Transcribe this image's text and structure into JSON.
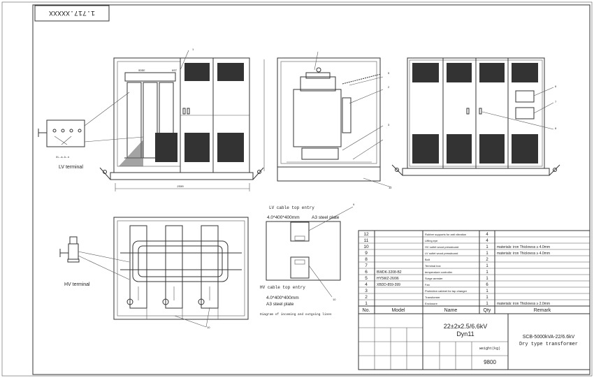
{
  "drawing_number": "1.717.XXXXX",
  "labels": {
    "lv_terminal": "LV terminal",
    "hv_terminal": "HV terminal",
    "lv_cable_entry": "LV cable top entry",
    "lv_plate_size": "4.0*400*400mm",
    "lv_plate_material": "A3 steel plate",
    "hv_cable_entry": "HV cable top entry",
    "hv_plate_size": "4.0*400*400mm",
    "hv_plate_material": "A3 steel plate",
    "diagram_caption": "Diagram of incoming and outgoing lines"
  },
  "parts_table": {
    "headers": {
      "no": "No.",
      "model": "Model",
      "name": "Name",
      "qty": "Qty",
      "remark": "Remark"
    },
    "rows": [
      {
        "no": "12",
        "model": "",
        "name": "Rubber supports for anti vibration",
        "qty": "4",
        "remark": ""
      },
      {
        "no": "11",
        "model": "",
        "name": "Lifting eye",
        "qty": "4",
        "remark": ""
      },
      {
        "no": "10",
        "model": "",
        "name": "HV outlet wood pressboard",
        "qty": "1",
        "remark": "materials: iron   Thickness ≥ 4.0mm"
      },
      {
        "no": "9",
        "model": "",
        "name": "LV outlet wood pressboard",
        "qty": "1",
        "remark": "materials: iron   Thickness ≥ 4.0mm"
      },
      {
        "no": "8",
        "model": "",
        "name": "Bolt",
        "qty": "2",
        "remark": ""
      },
      {
        "no": "7",
        "model": "",
        "name": "Terminal box",
        "qty": "1",
        "remark": ""
      },
      {
        "no": "6",
        "model": "BWDK-3208-B2",
        "name": "temperature controller",
        "qty": "1",
        "remark": ""
      },
      {
        "no": "5",
        "model": "HY5WZ-26/96",
        "name": "Surge arrester",
        "qty": "1",
        "remark": ""
      },
      {
        "no": "4",
        "model": "XBDD-859-399",
        "name": "Fan",
        "qty": "6",
        "remark": ""
      },
      {
        "no": "3",
        "model": "",
        "name": "Protection cabinet for tap changer",
        "qty": "1",
        "remark": ""
      },
      {
        "no": "2",
        "model": "",
        "name": "Transformer",
        "qty": "1",
        "remark": ""
      },
      {
        "no": "1",
        "model": "",
        "name": "Enclosure",
        "qty": "1",
        "remark": "materials: iron   Thickness ≥ 2.0mm"
      }
    ]
  },
  "title_block": {
    "voltage": "22±2x2.5/6.6kV",
    "vector_group": "Dyn11",
    "product_model": "SCB-5000kVA-22/6.6kV",
    "product_type": "Dry type transformer",
    "weight_label": "weight(kg)",
    "weight_value": "9800"
  }
}
